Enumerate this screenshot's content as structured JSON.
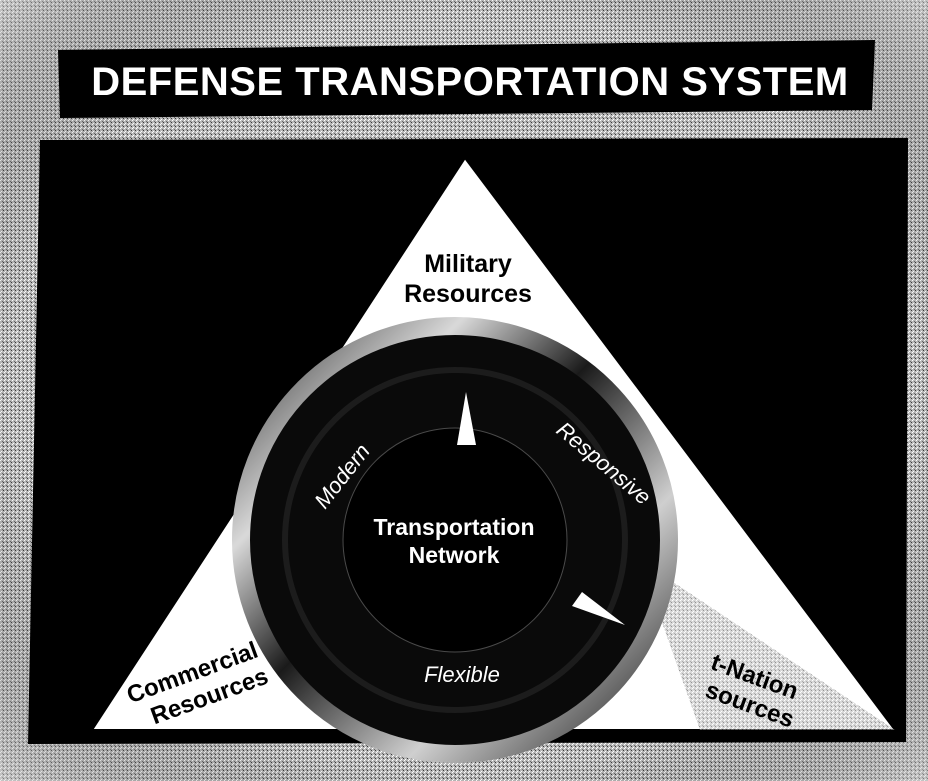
{
  "title": "DEFENSE TRANSPORTATION SYSTEM",
  "nodes": {
    "military": {
      "line1": "Military",
      "line2": "Resources"
    },
    "commercial": {
      "line1": "Commercial",
      "line2": "Resources"
    },
    "host_nation": {
      "line1": "t-Nation",
      "line2": "sources"
    },
    "network": {
      "line1": "Transportation",
      "line2": "Network"
    }
  },
  "attributes": {
    "modern": "Modern",
    "responsive": "Responsive",
    "flexible": "Flexible"
  },
  "colors": {
    "background": "#000000",
    "triangle_fill": "#ffffff",
    "title_text": "#ffffff",
    "ring_dark": "#111111",
    "ring_light": "#bdbdbd"
  }
}
